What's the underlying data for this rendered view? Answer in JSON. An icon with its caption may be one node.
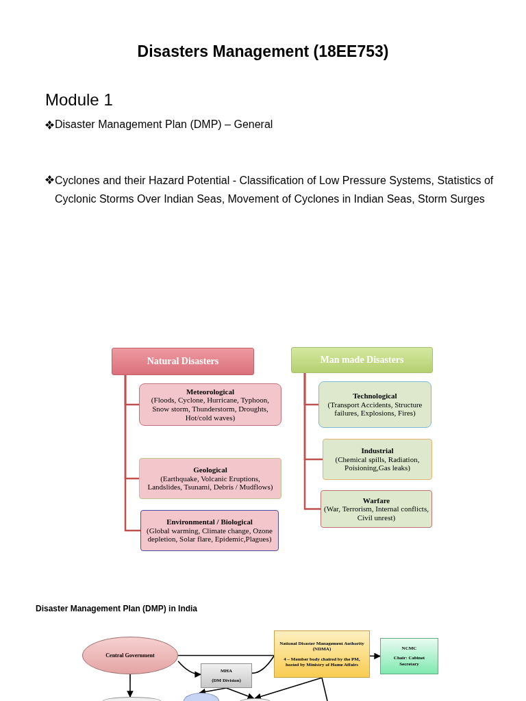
{
  "diagram": {
    "title": "Disasters Management (18EE753)",
    "nodes": [
      {
        "text": [
          "Natural Disasters"
        ]
      },
      {
        "text": [
          "Meteorological",
          "(Floods, Cyclone, Hurricane, Typhoon, Snow storm, Thunderstorm, Droughts, Hot/cold waves)"
        ]
      },
      {
        "text": [
          "Geological",
          "(Earthquake, Volcanic Eruptions, Landslides, Tsunami, Debris / Mudflows)"
        ]
      },
      {
        "text": [
          "Environmental / Biological",
          "(Global warming, Climate change, Ozone depletion, Solar flare, Epidemic,Plagues)"
        ]
      },
      {
        "text": [
          "Man made Disasters"
        ]
      },
      {
        "text": [
          "Technological",
          "(Transport Accidents, Structure failures, Explosions, Fires)"
        ]
      },
      {
        "text": [
          "Industrial",
          "(Chemical spills, Radiation, Poisioning,Gas leaks)"
        ]
      },
      {
        "text": [
          "Warfare",
          "(War, Terrorism, Internal conflicts, Civil unrest)"
        ]
      },
      {
        "text": [
          "Central Government"
        ]
      },
      {
        "text": [
          "MHA",
          "(DM Division)"
        ]
      },
      {
        "text": [
          "National Disaster Management Authority (NDMA)",
          "4 – Member body chaired by the PM, hosted by Ministry of Home Affairs"
        ]
      },
      {
        "text": [
          "NCMC",
          "Chair: Cabinet Secretary"
        ]
      },
      {
        "text": [],
        "shape": "ellipse"
      },
      {
        "text": [],
        "shape": "ellipse"
      },
      {
        "text": [],
        "shape": "ellipse"
      }
    ],
    "edges": [
      {
        "from": 0,
        "to": 1,
        "arrow": "none",
        "color": "#c0504d"
      },
      {
        "from": 0,
        "to": 2,
        "arrow": "none",
        "color": "#c0504d"
      },
      {
        "from": 0,
        "to": 3,
        "arrow": "none",
        "color": "#c0504d"
      },
      {
        "from": 4,
        "to": 5,
        "arrow": "none",
        "color": "#c0504d"
      },
      {
        "from": 4,
        "to": 6,
        "arrow": "none",
        "color": "#c0504d"
      },
      {
        "from": 4,
        "to": 7,
        "arrow": "none",
        "color": "#c0504d"
      },
      {
        "from": 8,
        "to": 10,
        "arrow": "none"
      },
      {
        "from": 8,
        "to": 9,
        "arrow": "to"
      },
      {
        "from": 9,
        "to": 10,
        "arrow": "none"
      },
      {
        "from": 10,
        "to": 11,
        "arrow": "to"
      },
      {
        "from": 8,
        "to": 12,
        "arrow": "to"
      },
      {
        "from": 9,
        "to": 13,
        "arrow": "to"
      },
      {
        "from": 9,
        "to": 14,
        "arrow": "to"
      },
      {
        "from": 10,
        "to": 14,
        "arrow": "to"
      },
      {
        "from": 10,
        "to": null,
        "arrow": "none"
      }
    ],
    "labels": [
      "Module 1",
      "Disaster Management Plan (DMP) – General",
      "Cyclones and their Hazard Potential - Classification of Low Pressure Systems, Statistics of Cyclonic Storms Over Indian Seas, Movement of Cyclones in Indian Seas, Storm Surges",
      "Disaster Management Plan (DMP) in India"
    ]
  }
}
